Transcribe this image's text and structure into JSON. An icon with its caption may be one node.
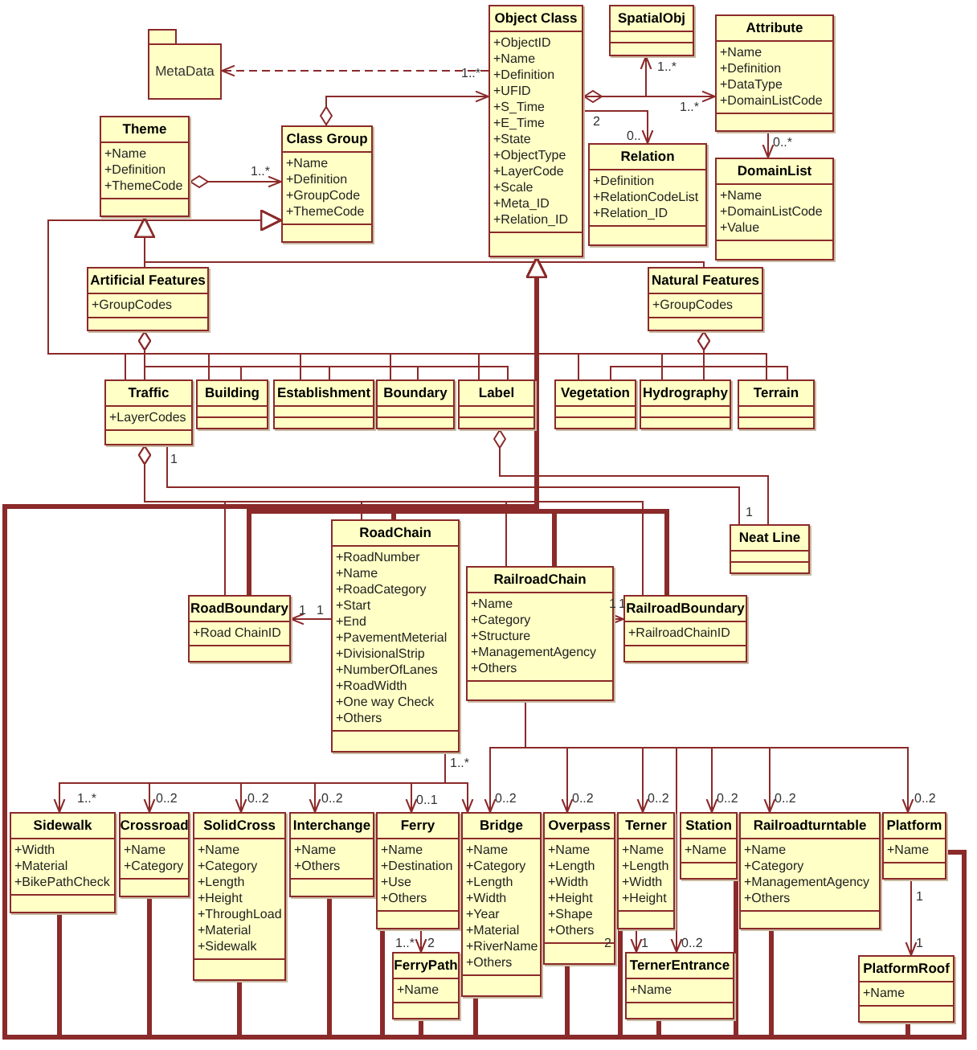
{
  "diagram": {
    "nodes": [
      {
        "text": [
          "MetaData"
        ]
      },
      {
        "text": [
          "Object Class",
          "+ObjectID",
          "+Name",
          "+Definition",
          "+UFID",
          "+S_Time",
          "+E_Time",
          "+State",
          "+ObjectType",
          "+LayerCode",
          "+Scale",
          "+Meta_ID",
          "+Relation_ID"
        ]
      },
      {
        "text": [
          "SpatialObj"
        ]
      },
      {
        "text": [
          "Attribute",
          "+Name",
          "+Definition",
          "+DataType",
          "+DomainListCode"
        ]
      },
      {
        "text": [
          "Theme",
          "+Name",
          "+Definition",
          "+ThemeCode"
        ]
      },
      {
        "text": [
          "Class Group",
          "+Name",
          "+Definition",
          "+GroupCode",
          "+ThemeCode"
        ]
      },
      {
        "text": [
          "Relation",
          "+Definition",
          "+RelationCodeList",
          "+Relation_ID"
        ]
      },
      {
        "text": [
          "DomainList",
          "+Name",
          "+DomainListCode",
          "+Value"
        ]
      },
      {
        "text": [
          "Artificial Features",
          "+GroupCodes"
        ]
      },
      {
        "text": [
          "Natural Features",
          "+GroupCodes"
        ]
      },
      {
        "text": [
          "Traffic",
          "+LayerCodes"
        ]
      },
      {
        "text": [
          "Building"
        ]
      },
      {
        "text": [
          "Establishment"
        ]
      },
      {
        "text": [
          "Boundary"
        ]
      },
      {
        "text": [
          "Label"
        ]
      },
      {
        "text": [
          "Vegetation"
        ]
      },
      {
        "text": [
          "Hydrography"
        ]
      },
      {
        "text": [
          "Terrain"
        ]
      },
      {
        "text": [
          "Neat Line"
        ]
      },
      {
        "text": [
          "RoadChain",
          "+RoadNumber",
          "+Name",
          "+RoadCategory",
          "+Start",
          "+End",
          "+PavementMeterial",
          "+DivisionalStrip",
          "+NumberOfLanes",
          "+RoadWidth",
          "+One way Check",
          "+Others"
        ]
      },
      {
        "text": [
          "RoadBoundary",
          "+Road ChainID"
        ]
      },
      {
        "text": [
          "RailroadChain",
          "+Name",
          "+Category",
          "+Structure",
          "+ManagementAgency",
          "+Others"
        ]
      },
      {
        "text": [
          "RailroadBoundary",
          "+RailroadChainID"
        ]
      },
      {
        "text": [
          "Sidewalk",
          "+Width",
          "+Material",
          "+BikePathCheck"
        ]
      },
      {
        "text": [
          "Crossroad",
          "+Name",
          "+Category"
        ]
      },
      {
        "text": [
          "SolidCross",
          "+Name",
          "+Category",
          "+Length",
          "+Height",
          "+ThroughLoad",
          "+Material",
          "+Sidewalk"
        ]
      },
      {
        "text": [
          "Interchange",
          "+Name",
          "+Others"
        ]
      },
      {
        "text": [
          "Ferry",
          "+Name",
          "+Destination",
          "+Use",
          "+Others"
        ]
      },
      {
        "text": [
          "FerryPath",
          "+Name"
        ]
      },
      {
        "text": [
          "Bridge",
          "+Name",
          "+Category",
          "+Length",
          "+Width",
          "+Year",
          "+Material",
          "+RiverName",
          "+Others"
        ]
      },
      {
        "text": [
          "Overpass",
          "+Name",
          "+Length",
          "+Width",
          "+Height",
          "+Shape",
          "+Others"
        ]
      },
      {
        "text": [
          "Terner",
          "+Name",
          "+Length",
          "+Width",
          "+Height"
        ]
      },
      {
        "text": [
          "TernerEntrance",
          "+Name"
        ]
      },
      {
        "text": [
          "Station",
          "+Name"
        ]
      },
      {
        "text": [
          "Railroadturntable",
          "+Name",
          "+Category",
          "+ManagementAgency",
          "+Others"
        ]
      },
      {
        "text": [
          "Platform",
          "+Name"
        ]
      },
      {
        "text": [
          "PlatformRoof",
          "+Name"
        ]
      }
    ],
    "edges": [
      {
        "from": 1,
        "to": 0,
        "arrow": "to",
        "style": "dashed"
      },
      {
        "from": 5,
        "to": 1,
        "arrow": "to"
      },
      {
        "from": 4,
        "to": 5,
        "arrow": "to"
      },
      {
        "from": 1,
        "to": 2,
        "arrow": "to"
      },
      {
        "from": 1,
        "to": 3,
        "arrow": "to"
      },
      {
        "from": 1,
        "to": 6,
        "arrow": "to"
      },
      {
        "from": 3,
        "to": 7,
        "arrow": "to"
      },
      {
        "from": 8,
        "to": 4,
        "arrow": "to"
      },
      {
        "from": 9,
        "to": 4,
        "arrow": "to"
      },
      {
        "from": 10,
        "to": 5,
        "arrow": "to"
      },
      {
        "from": 11,
        "to": 5,
        "arrow": "to"
      },
      {
        "from": 12,
        "to": 5,
        "arrow": "to"
      },
      {
        "from": 13,
        "to": 5,
        "arrow": "to"
      },
      {
        "from": 14,
        "to": 5,
        "arrow": "to"
      },
      {
        "from": 15,
        "to": 5,
        "arrow": "to"
      },
      {
        "from": 16,
        "to": 5,
        "arrow": "to"
      },
      {
        "from": 17,
        "to": 5,
        "arrow": "to"
      },
      {
        "from": 8,
        "to": 10,
        "arrow": "other"
      },
      {
        "from": 8,
        "to": 11,
        "arrow": "other"
      },
      {
        "from": 8,
        "to": 12,
        "arrow": "other"
      },
      {
        "from": 8,
        "to": 13,
        "arrow": "other"
      },
      {
        "from": 8,
        "to": 14,
        "arrow": "other"
      },
      {
        "from": 9,
        "to": 15,
        "arrow": "other"
      },
      {
        "from": 9,
        "to": 16,
        "arrow": "other"
      },
      {
        "from": 9,
        "to": 17,
        "arrow": "other"
      },
      {
        "from": 10,
        "to": 18,
        "arrow": "none"
      },
      {
        "from": 14,
        "to": 18,
        "arrow": "other"
      },
      {
        "from": 10,
        "to": 20,
        "arrow": "other"
      },
      {
        "from": 10,
        "to": 19,
        "arrow": "other"
      },
      {
        "from": 10,
        "to": 21,
        "arrow": "other"
      },
      {
        "from": 10,
        "to": 22,
        "arrow": "other"
      },
      {
        "from": 20,
        "to": 1,
        "arrow": "to",
        "style": "thick"
      },
      {
        "from": 19,
        "to": 1,
        "arrow": "to",
        "style": "thick"
      },
      {
        "from": 21,
        "to": 1,
        "arrow": "to",
        "style": "thick"
      },
      {
        "from": 22,
        "to": 1,
        "arrow": "to",
        "style": "thick"
      },
      {
        "from": 19,
        "to": 20,
        "arrow": "to"
      },
      {
        "from": 21,
        "to": 22,
        "arrow": "to"
      },
      {
        "from": 19,
        "to": 23,
        "arrow": "to"
      },
      {
        "from": 19,
        "to": 24,
        "arrow": "to"
      },
      {
        "from": 19,
        "to": 25,
        "arrow": "to"
      },
      {
        "from": 19,
        "to": 26,
        "arrow": "to"
      },
      {
        "from": 19,
        "to": 27,
        "arrow": "to"
      },
      {
        "from": 19,
        "to": 29,
        "arrow": "to"
      },
      {
        "from": 21,
        "to": 29,
        "arrow": "to"
      },
      {
        "from": 21,
        "to": 30,
        "arrow": "to"
      },
      {
        "from": 21,
        "to": 31,
        "arrow": "to"
      },
      {
        "from": 21,
        "to": 33,
        "arrow": "to"
      },
      {
        "from": 21,
        "to": 34,
        "arrow": "to"
      },
      {
        "from": 21,
        "to": 35,
        "arrow": "to"
      },
      {
        "from": 21,
        "to": 32,
        "arrow": "to"
      },
      {
        "from": 27,
        "to": 28,
        "arrow": "to"
      },
      {
        "from": 31,
        "to": 32,
        "arrow": "to"
      },
      {
        "from": 35,
        "to": 36,
        "arrow": "to"
      },
      {
        "from": 23,
        "to": 1,
        "arrow": "to",
        "style": "thick"
      },
      {
        "from": 24,
        "to": 1,
        "arrow": "to",
        "style": "thick"
      },
      {
        "from": 25,
        "to": 1,
        "arrow": "to",
        "style": "thick"
      },
      {
        "from": 26,
        "to": 1,
        "arrow": "to",
        "style": "thick"
      },
      {
        "from": 27,
        "to": 1,
        "arrow": "to",
        "style": "thick"
      },
      {
        "from": 28,
        "to": 1,
        "arrow": "to",
        "style": "thick"
      },
      {
        "from": 29,
        "to": 1,
        "arrow": "to",
        "style": "thick"
      },
      {
        "from": 30,
        "to": 1,
        "arrow": "to",
        "style": "thick"
      },
      {
        "from": 31,
        "to": 1,
        "arrow": "to",
        "style": "thick"
      },
      {
        "from": 32,
        "to": 1,
        "arrow": "to",
        "style": "thick"
      },
      {
        "from": 33,
        "to": 1,
        "arrow": "to",
        "style": "thick"
      },
      {
        "from": 34,
        "to": 1,
        "arrow": "to",
        "style": "thick"
      },
      {
        "from": 35,
        "to": 1,
        "arrow": "to",
        "style": "thick"
      },
      {
        "from": 36,
        "to": 1,
        "arrow": "to",
        "style": "thick"
      }
    ],
    "labels": [
      "1..*",
      "1..*",
      "1..*",
      "1..*",
      "2",
      "0..",
      "0..*",
      "1",
      "1",
      "1",
      "1",
      "1",
      "1",
      "1..*",
      "1..*",
      "0..2",
      "0..2",
      "0..2",
      "0..1",
      "0..2",
      "0..2",
      "0..2",
      "0..2",
      "0..2",
      "0..2",
      "1..*",
      "2",
      "2",
      "1",
      "0..2",
      "1",
      "1"
    ]
  }
}
